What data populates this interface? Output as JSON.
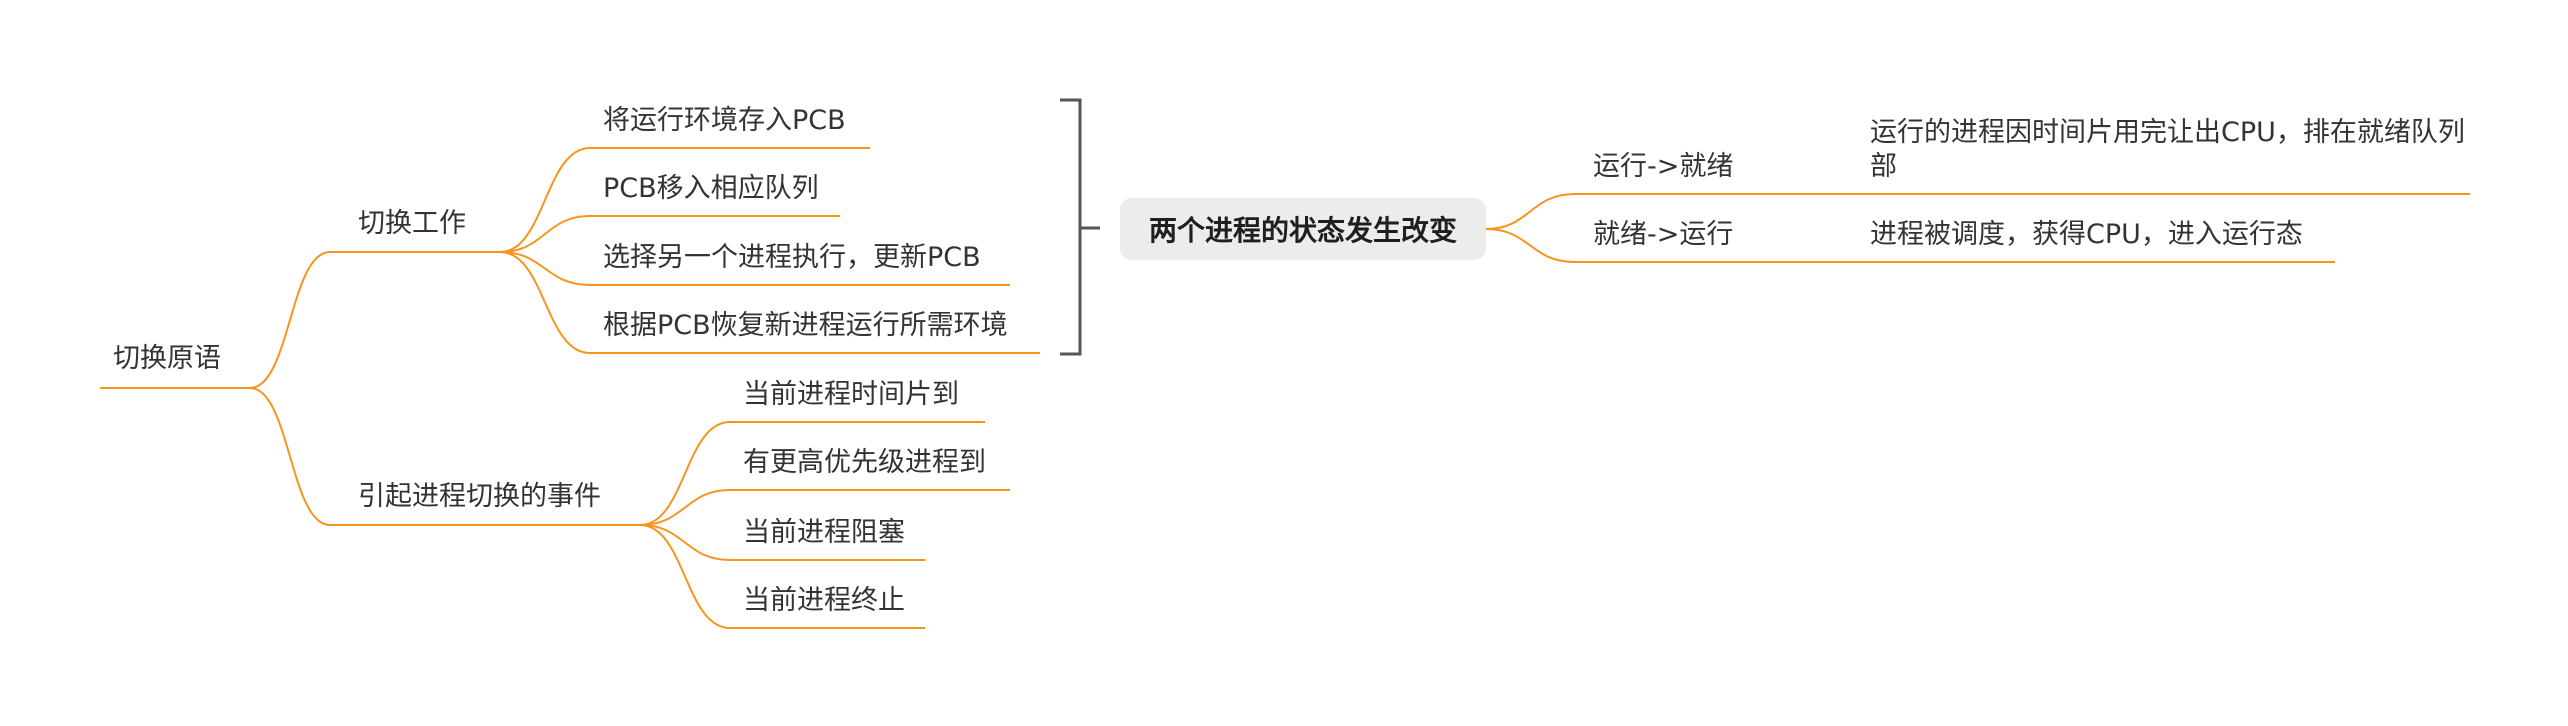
{
  "diagram": {
    "center": {
      "label": "两个进程的状态发生改变"
    },
    "left_group": {
      "root": {
        "label": "切换原语"
      },
      "branches": [
        {
          "label": "切换工作",
          "items": [
            "将运行环境存入PCB",
            "PCB移入相应队列",
            "选择另一个进程执行，更新PCB",
            "根据PCB恢复新进程运行所需环境"
          ]
        },
        {
          "label": "引起进程切换的事件",
          "items": [
            "当前进程时间片到",
            "有更高优先级进程到",
            "当前进程阻塞",
            "当前进程终止"
          ]
        }
      ]
    },
    "right_group": {
      "transitions": [
        {
          "label": "运行->就绪",
          "detail": "运行的进程因时间片用完让出CPU，排在就绪队列部"
        },
        {
          "label": "就绪->运行",
          "detail": "进程被调度，获得CPU，进入运行态"
        }
      ]
    },
    "colors": {
      "branch_line": "#f7941d",
      "bracket": "#555555",
      "center_fill": "#ececec"
    }
  }
}
